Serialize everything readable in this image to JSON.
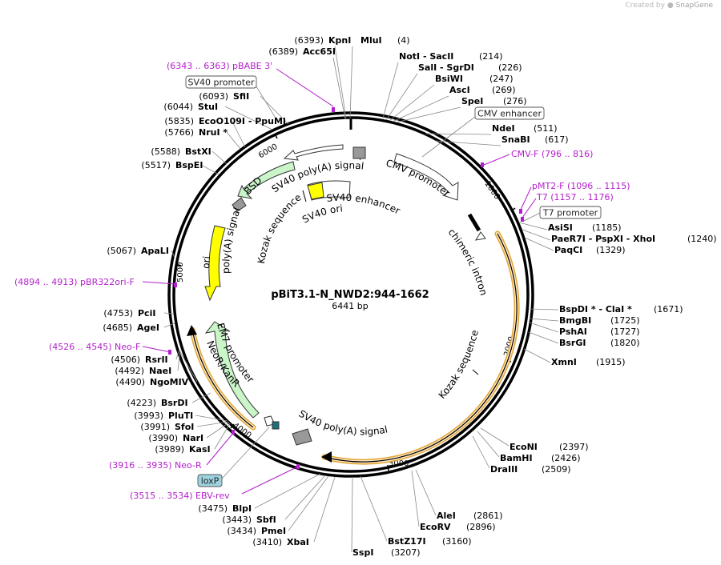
{
  "credit": {
    "prefix": "Created by",
    "brand": "SnapGene"
  },
  "plasmid": {
    "name": "pBiT3.1-N_NWD2:944-1662",
    "length": "6441 bp"
  },
  "ticks": [
    "1000",
    "2000",
    "3000",
    "4000",
    "5000",
    "6000"
  ],
  "colors": {
    "primer": "#b31fcb",
    "orf_outline": "#e4a636",
    "selection_green": "#c9f5c9",
    "yellow": "#ffff00",
    "loxp": "#9dd3e0"
  },
  "sites": [
    {
      "name": "KpnI",
      "pos": "(6393)"
    },
    {
      "name": "Acc65I",
      "pos": "(6389)"
    },
    {
      "name": "MluI",
      "pos": "(4)"
    },
    {
      "name": "NotI  - SacII",
      "pos": "(214)"
    },
    {
      "name": "SalI  - SgrDI",
      "pos": "(226)"
    },
    {
      "name": "BsiWI",
      "pos": "(247)"
    },
    {
      "name": "AscI",
      "pos": "(269)"
    },
    {
      "name": "SpeI",
      "pos": "(276)"
    },
    {
      "name": "NdeI",
      "pos": "(511)"
    },
    {
      "name": "SnaBI",
      "pos": "(617)"
    },
    {
      "name": "AsiSI",
      "pos": "(1185)"
    },
    {
      "name": "PaeR7I  - PspXI  - XhoI",
      "pos": "(1240)"
    },
    {
      "name": "PaqCI",
      "pos": "(1329)"
    },
    {
      "name": "BspDI *  - ClaI *",
      "pos": "(1671)"
    },
    {
      "name": "BmgBI",
      "pos": "(1725)"
    },
    {
      "name": "PshAI",
      "pos": "(1727)"
    },
    {
      "name": "BsrGI",
      "pos": "(1820)"
    },
    {
      "name": "XmnI",
      "pos": "(1915)"
    },
    {
      "name": "EcoNI",
      "pos": "(2397)"
    },
    {
      "name": "BamHI",
      "pos": "(2426)"
    },
    {
      "name": "DraIII",
      "pos": "(2509)"
    },
    {
      "name": "AleI",
      "pos": "(2861)"
    },
    {
      "name": "EcoRV",
      "pos": "(2896)"
    },
    {
      "name": "BstZ17I",
      "pos": "(3160)"
    },
    {
      "name": "SspI",
      "pos": "(3207)"
    },
    {
      "name": "XbaI",
      "pos": "(3410)"
    },
    {
      "name": "PmeI",
      "pos": "(3434)"
    },
    {
      "name": "SbfI",
      "pos": "(3443)"
    },
    {
      "name": "BlpI",
      "pos": "(3475)"
    },
    {
      "name": "KasI",
      "pos": "(3989)"
    },
    {
      "name": "NarI",
      "pos": "(3990)"
    },
    {
      "name": "SfoI",
      "pos": "(3991)"
    },
    {
      "name": "PluTI",
      "pos": "(3993)"
    },
    {
      "name": "BsrDI",
      "pos": "(4223)"
    },
    {
      "name": "NgoMIV",
      "pos": "(4490)"
    },
    {
      "name": "NaeI",
      "pos": "(4492)"
    },
    {
      "name": "RsrII",
      "pos": "(4506)"
    },
    {
      "name": "AgeI",
      "pos": "(4685)"
    },
    {
      "name": "PciI",
      "pos": "(4753)"
    },
    {
      "name": "ApaLI",
      "pos": "(5067)"
    },
    {
      "name": "BspEI",
      "pos": "(5517)"
    },
    {
      "name": "BstXI",
      "pos": "(5588)"
    },
    {
      "name": "NruI *",
      "pos": "(5766)"
    },
    {
      "name": "EcoO109I  - PpuMI",
      "pos": "(5835)"
    },
    {
      "name": "StuI",
      "pos": "(6044)"
    },
    {
      "name": "SfiI",
      "pos": "(6093)"
    }
  ],
  "primers": [
    {
      "text": "(6343 .. 6363)  pBABE 3'"
    },
    {
      "text": "CMV-F   (796 .. 816)"
    },
    {
      "text": "pMT2-F   (1096 .. 1115)"
    },
    {
      "text": "T7   (1157 .. 1176)"
    },
    {
      "text": "(4894 .. 4913)  pBR322ori-F"
    },
    {
      "text": "(4526 .. 4545)  Neo-F"
    },
    {
      "text": "(3916 .. 3935)  Neo-R"
    },
    {
      "text": "(3515 .. 3534)  EBV-rev"
    }
  ],
  "boxed_features": [
    "SV40 promoter",
    "CMV enhancer",
    "T7 promoter",
    "loxP"
  ],
  "features": [
    "CMV promoter",
    "chimeric intron",
    "Kozak sequence",
    "SV40 poly(A) signal",
    "EM7 promoter",
    "NeoR/KanR",
    "ori",
    "poly(A) signal",
    "BSD",
    "SV40 poly(A) signal",
    "SV40 enhancer",
    "SV40 ori",
    "Kozak sequence"
  ]
}
